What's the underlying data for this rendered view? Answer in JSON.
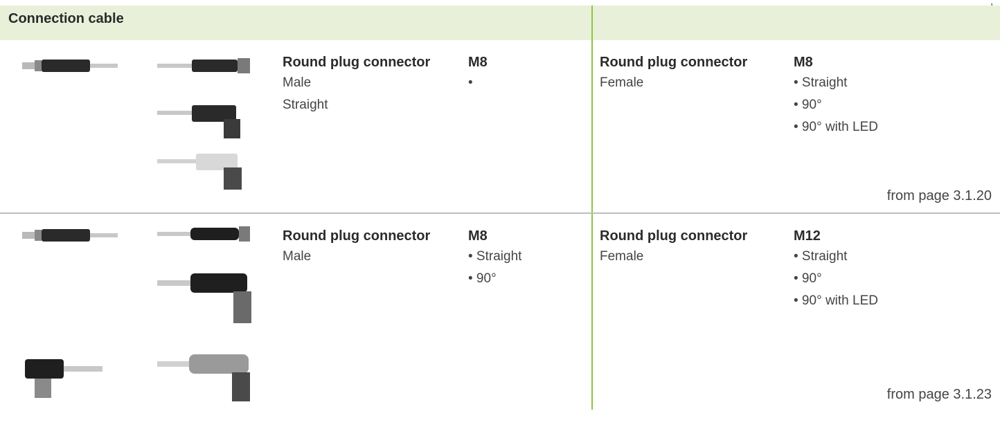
{
  "section": {
    "title": "Connection cable"
  },
  "rows": [
    {
      "left": {
        "heading": "Round plug connector",
        "lines": [
          "Male",
          "Straight"
        ],
        "size": "M8",
        "options": [
          "•"
        ]
      },
      "right": {
        "heading": "Round plug connector",
        "lines": [
          "Female"
        ],
        "size": "M8",
        "options": [
          "• Straight",
          "• 90°",
          "• 90° with LED"
        ]
      },
      "reference": "from page 3.1.20"
    },
    {
      "left": {
        "heading": "Round plug connector",
        "lines": [
          "Male"
        ],
        "size": "M8",
        "options": [
          "• Straight",
          "• 90°"
        ]
      },
      "right": {
        "heading": "Round plug connector",
        "lines": [
          "Female"
        ],
        "size": "M12",
        "options": [
          "• Straight",
          "• 90°",
          "• 90° with LED"
        ]
      },
      "reference": "from page 3.1.23"
    }
  ],
  "colors": {
    "accent": "#8dc63f",
    "header_bg": "#e8f0d9",
    "separator": "#bdbdbd"
  }
}
